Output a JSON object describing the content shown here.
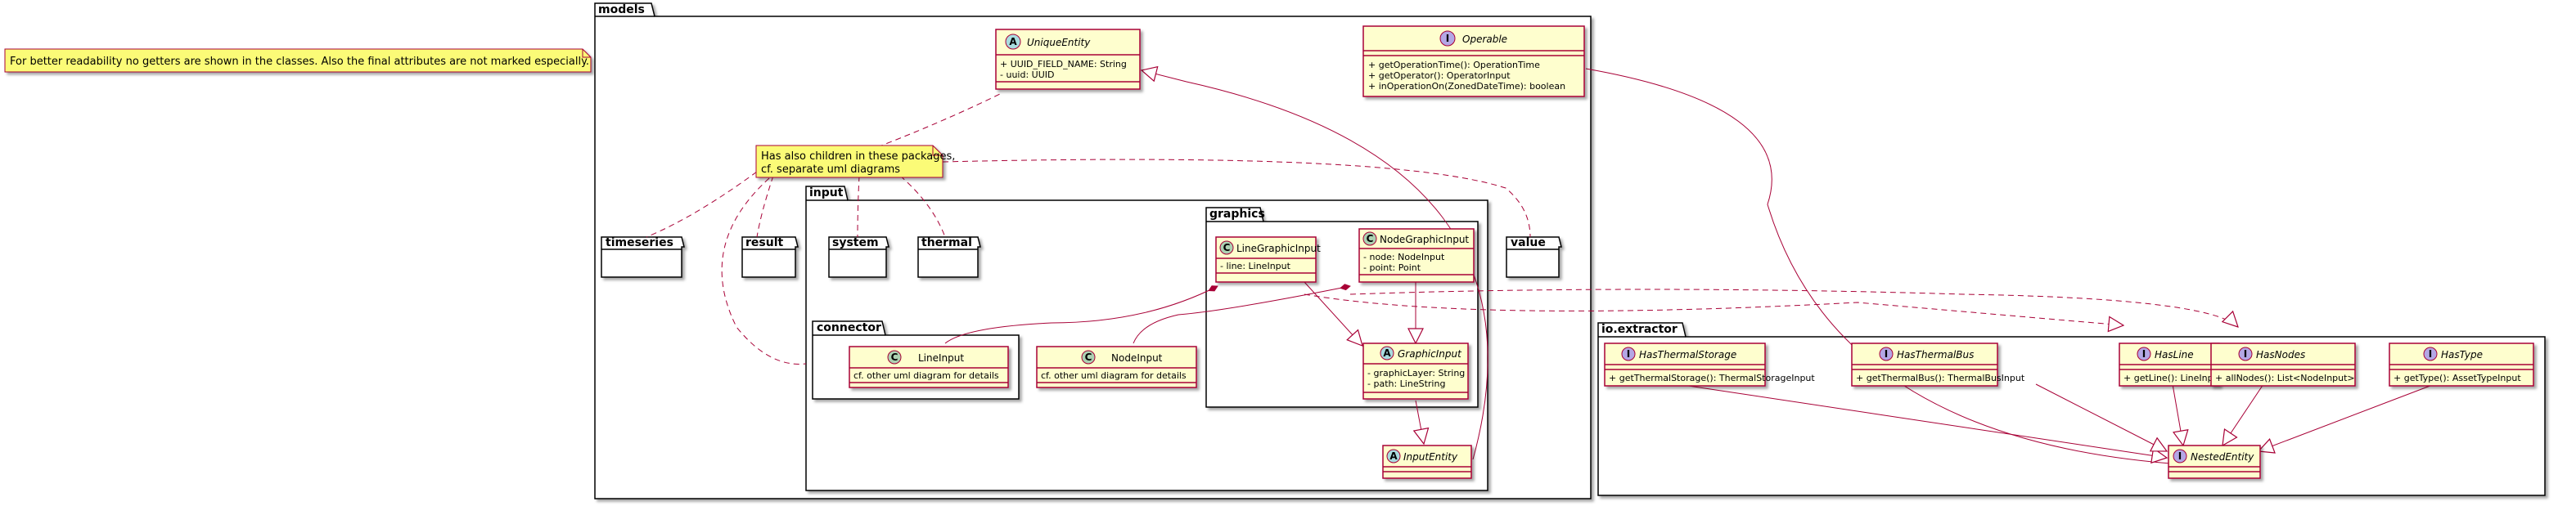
{
  "colors": {
    "class_fill": "#FEFECE",
    "class_border": "#A80036",
    "note_fill": "#FBFB77",
    "note_border": "#A80036",
    "link": "#A80036",
    "circle_class": "#ADD1B2",
    "circle_abstract": "#A9DCDF",
    "circle_interface": "#B4A7E5"
  },
  "note_global": {
    "text": "For better readability no getters are shown in the classes. Also the final attributes are not marked especially."
  },
  "note_packages": {
    "line1": "Has also children in these packages,",
    "line2": "cf. separate uml diagrams"
  },
  "packages": {
    "models": "models",
    "timeseries": "timeseries",
    "result": "result",
    "system": "system",
    "thermal": "thermal",
    "value": "value",
    "input": "input",
    "graphics": "graphics",
    "connector": "connector",
    "io_extractor": "io.extractor"
  },
  "classes": {
    "unique_entity": {
      "name": "UniqueEntity",
      "stereo": "A",
      "members": [
        "+ UUID_FIELD_NAME: String",
        "- uuid: UUID"
      ]
    },
    "operable": {
      "name": "Operable",
      "stereo": "I",
      "members": [
        "+ getOperationTime(): OperationTime",
        "+ getOperator(): OperatorInput",
        "+ inOperationOn(ZonedDateTime): boolean"
      ]
    },
    "line_graphic_input": {
      "name": "LineGraphicInput",
      "stereo": "C",
      "members": [
        "- line: LineInput"
      ]
    },
    "node_graphic_input": {
      "name": "NodeGraphicInput",
      "stereo": "C",
      "members": [
        "- node: NodeInput",
        "- point: Point"
      ]
    },
    "graphic_input": {
      "name": "GraphicInput",
      "stereo": "A",
      "members": [
        "- graphicLayer: String",
        "- path: LineString"
      ]
    },
    "line_input": {
      "name": "LineInput",
      "stereo": "C",
      "members": [
        "cf. other uml diagram for details"
      ]
    },
    "node_input": {
      "name": "NodeInput",
      "stereo": "C",
      "members": [
        "cf. other uml diagram for details"
      ]
    },
    "input_entity": {
      "name": "InputEntity",
      "stereo": "A",
      "members": []
    },
    "has_thermal_storage": {
      "name": "HasThermalStorage",
      "stereo": "I",
      "members": [
        "+ getThermalStorage(): ThermalStorageInput"
      ]
    },
    "has_thermal_bus": {
      "name": "HasThermalBus",
      "stereo": "I",
      "members": [
        "+ getThermalBus(): ThermalBusInput"
      ]
    },
    "has_line": {
      "name": "HasLine",
      "stereo": "I",
      "members": [
        "+ getLine(): LineInput"
      ]
    },
    "has_nodes": {
      "name": "HasNodes",
      "stereo": "I",
      "members": [
        "+ allNodes(): List<NodeInput>"
      ]
    },
    "has_type": {
      "name": "HasType",
      "stereo": "I",
      "members": [
        "+ getType(): AssetTypeInput"
      ]
    },
    "nested_entity": {
      "name": "NestedEntity",
      "stereo": "I",
      "members": []
    }
  }
}
